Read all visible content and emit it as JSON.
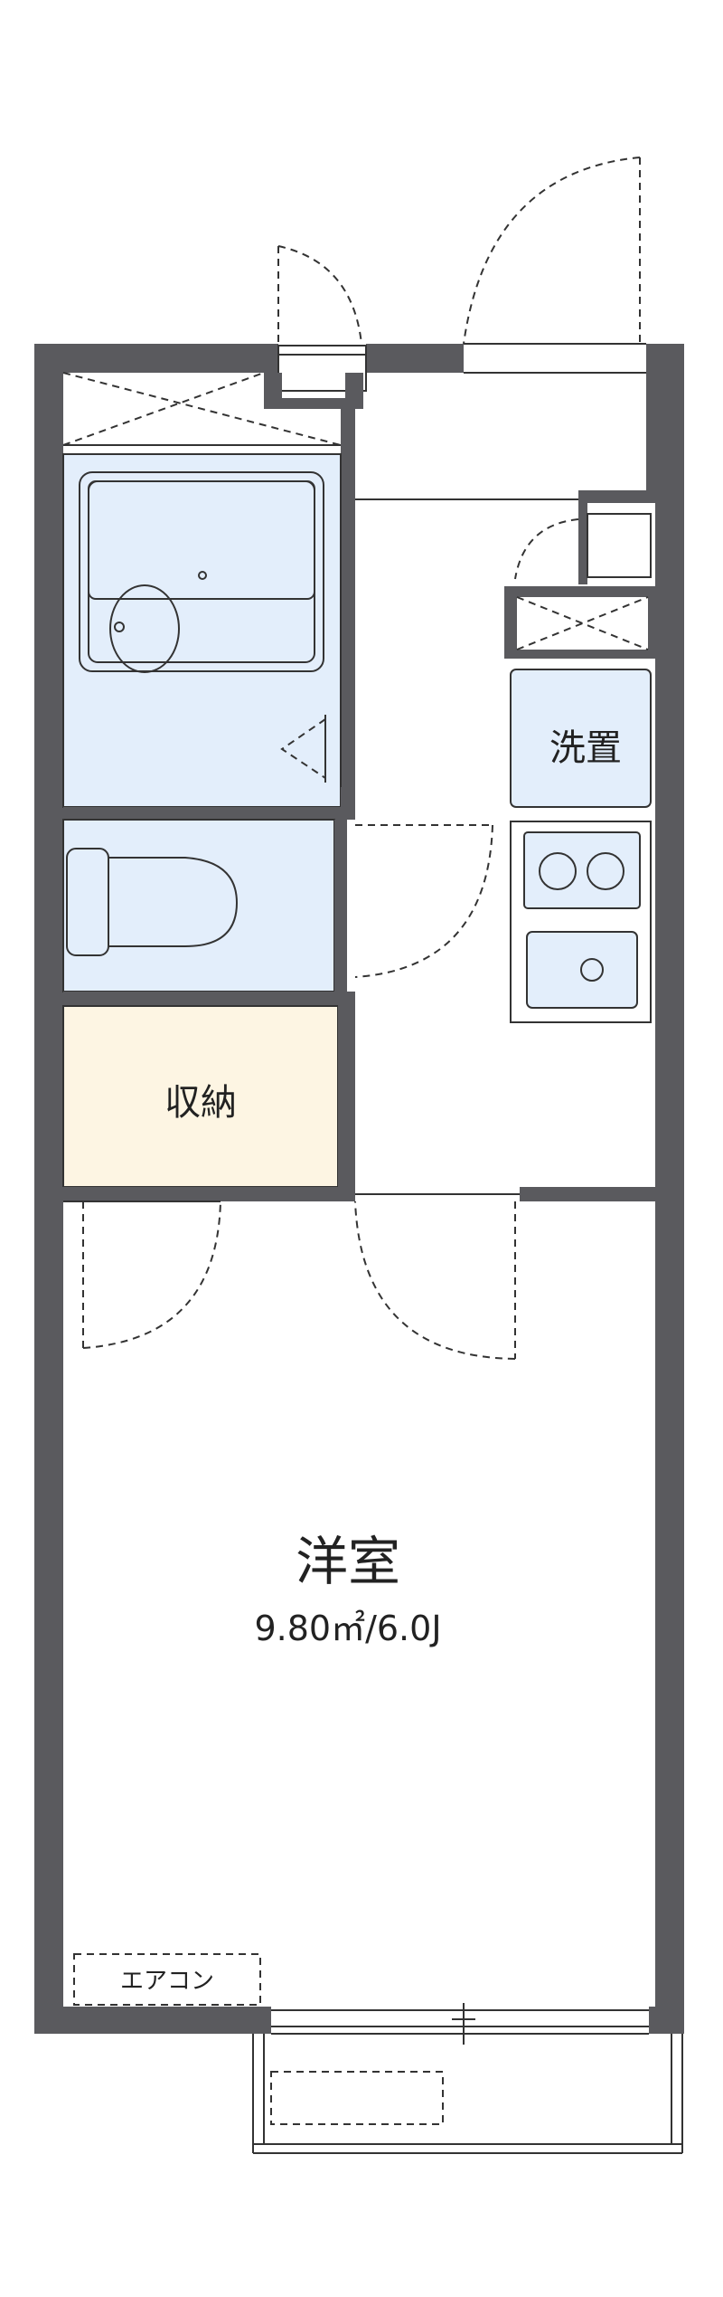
{
  "rooms": {
    "western": {
      "name": "洋室",
      "area": "9.80㎡/6.0J"
    },
    "storage": {
      "name": "収納"
    },
    "washer": {
      "name": "洗置"
    }
  },
  "equipment": {
    "aircon": "エアコン"
  },
  "colors": {
    "wall": "#5a5a5e",
    "wet_area": "#e3eefb",
    "storage_fill": "#fdf5e3",
    "line": "#333333",
    "background": "#ffffff"
  }
}
